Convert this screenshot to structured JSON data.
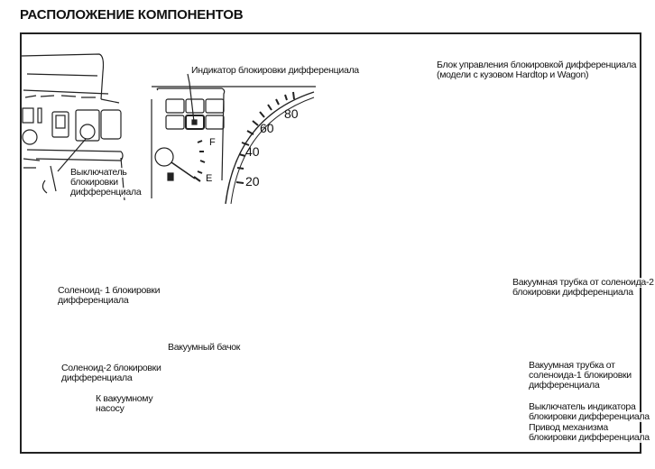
{
  "title": "РАСПОЛОЖЕНИЕ КОМПОНЕНТОВ",
  "labels": {
    "indicator": "Индикатор блокировки дифференциала",
    "control_unit_line1": "Блок управления блокировкой дифференциала",
    "control_unit_line2": "(модели с кузовом Hardtop и Wagon)",
    "switch_line1": "Выключатель",
    "switch_line2": "блокировки",
    "switch_line3": "дифференциала",
    "solenoid1_line1": "Соленоид- 1 блокировки",
    "solenoid1_line2": "дифференциала",
    "solenoid2_line1": "Соленоид-2 блокировки",
    "solenoid2_line2": "дифференциала",
    "vacuum_tank": "Вакуумный бачок",
    "to_vacuum_pump_line1": "К вакуумному",
    "to_vacuum_pump_line2": "насосу",
    "vac_tube2_line1": "Вакуумная трубка от соленоида-2",
    "vac_tube2_line2": "блокировки дифференциала",
    "vac_tube1_line1": "Вакуумная трубка от",
    "vac_tube1_line2": "соленоида-1 блокировки",
    "vac_tube1_line3": "дифференциала",
    "indicator_switch_line1": "Выключатель индикатора",
    "indicator_switch_line2": "блокировки дифференциала",
    "actuator_line1": "Привод механизма",
    "actuator_line2": "блокировки дифференциала"
  },
  "gauge": {
    "speed_ticks": [
      "20",
      "40",
      "60",
      "80"
    ],
    "fuel_full": "F",
    "fuel_empty": "E"
  },
  "colors": {
    "ink": "#111111",
    "annotation_arrow": "#c8161d"
  }
}
